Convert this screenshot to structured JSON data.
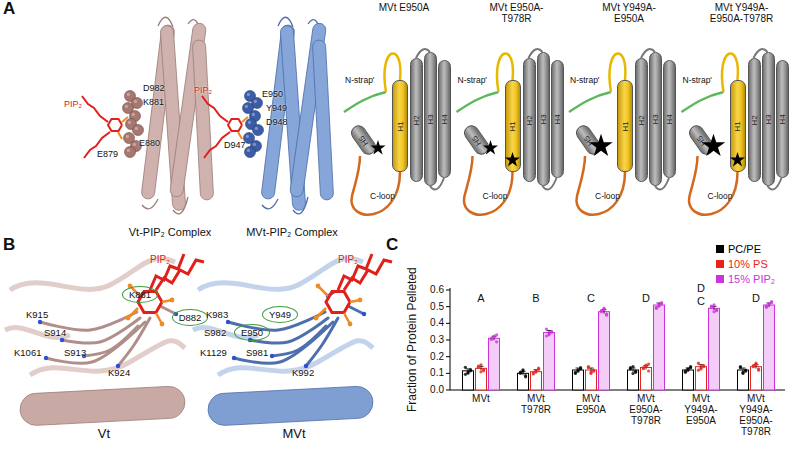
{
  "diagram": {
    "nodes": [
      {
        "text": [
          "H1"
        ]
      },
      {
        "text": [
          "H2"
        ]
      },
      {
        "text": [
          "H3"
        ]
      },
      {
        "text": [
          "H4"
        ]
      },
      {
        "text": [
          "H5"
        ]
      },
      {
        "text": [
          "H1"
        ]
      },
      {
        "text": [
          "H2"
        ]
      },
      {
        "text": [
          "H3"
        ]
      },
      {
        "text": [
          "H4"
        ]
      },
      {
        "text": [
          "H5"
        ]
      },
      {
        "text": [
          "H1"
        ]
      },
      {
        "text": [
          "H2"
        ]
      },
      {
        "text": [
          "H3"
        ]
      },
      {
        "text": [
          "H4"
        ]
      },
      {
        "text": [
          "H5"
        ]
      },
      {
        "text": [
          "H1"
        ]
      },
      {
        "text": [
          "H2"
        ]
      },
      {
        "text": [
          "H3"
        ]
      },
      {
        "text": [
          "H4"
        ]
      },
      {
        "text": [
          "H5"
        ]
      },
      {
        "text": [
          "K881"
        ]
      },
      {
        "text": [
          "D882"
        ]
      },
      {
        "text": [
          "Y949"
        ]
      },
      {
        "text": [
          "E950"
        ]
      }
    ],
    "labels": [
      "A",
      "PIP₂",
      "D982",
      "K881",
      "E880",
      "E879",
      "PIP₂",
      "E950",
      "Y949",
      "D948",
      "D947",
      "Vt-PIP₂ Complex",
      "MVt-PIP₂ Complex",
      "MVt E950A",
      "N-strap'",
      "C-loop",
      "MVt E950A-T978R",
      "N-strap'",
      "C-loop",
      "MVt Y949A-E950A",
      "N-strap'",
      "C-loop",
      "MVt Y949A-E950A-T978R",
      "N-strap'",
      "C-loop",
      "B",
      "PIP₂",
      "K915",
      "S914",
      "K1061",
      "S913",
      "K924",
      "Vt",
      "PIP₂",
      "K983",
      "S982",
      "K1129",
      "S981",
      "K992",
      "MVt",
      "C",
      "Fraction of Protein Pelleted",
      "0.0",
      "0.1",
      "0.2",
      "0.3",
      "0.4",
      "0.5",
      "0.6",
      "A",
      "B",
      "C",
      "D",
      "D",
      "C",
      "D",
      "MVt",
      "MVt T978R",
      "MVt E950A",
      "MVt E950A-T978R",
      "MVt Y949A-E950A",
      "MVt Y949A-E950A-T978R"
    ],
    "legend": [
      {
        "text": "PC/PE",
        "color": "#000000"
      },
      {
        "text": "10% PS",
        "color": "#e8231c"
      },
      {
        "text": "15% PIP₂",
        "color": "#cc33dd"
      }
    ]
  }
}
